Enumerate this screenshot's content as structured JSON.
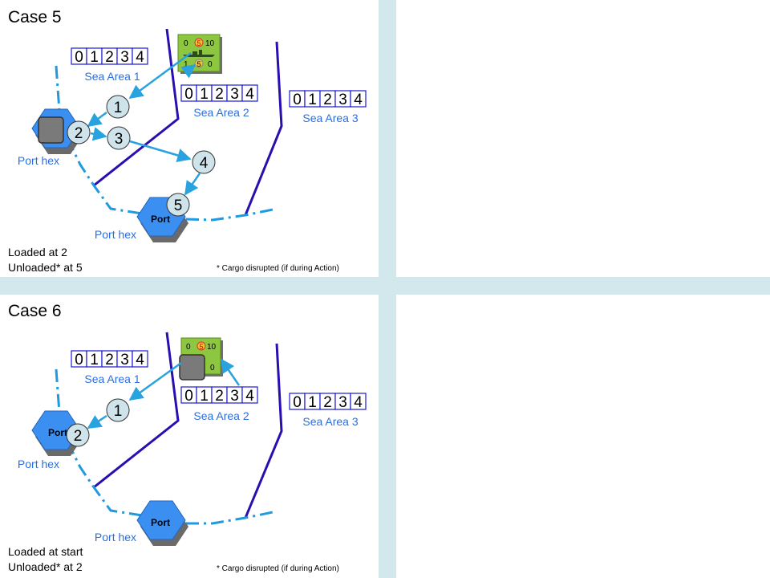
{
  "colors": {
    "divider": "#d3e8ec",
    "hex_fill": "#3b8ff0",
    "hex_shadow": "#6a6a6a",
    "border_line": "#2a0fb0",
    "coast_line": "#1e9be0",
    "arrow": "#29a3e0",
    "label_blue": "#2a6ee0",
    "box_border": "#1a1ad0",
    "circle_fill": "#cfe3ea",
    "counter_green": "#8dc63f",
    "cargo_grey": "#7a7a7a"
  },
  "track_digits": [
    "0",
    "1",
    "2",
    "3",
    "4"
  ],
  "labels": {
    "sea_area_1": "Sea Area 1",
    "sea_area_2": "Sea Area 2",
    "sea_area_3": "Sea Area 3",
    "port_hex": "Port hex",
    "port": "Port",
    "footnote": "* Cargo disrupted (if during Action)"
  },
  "counter": {
    "top_left": "0",
    "top_mid": "5",
    "top_right": "10",
    "bottom_left": "1",
    "bottom_mid": "5",
    "bottom_right": "0"
  },
  "case5": {
    "title": "Case 5",
    "steps": [
      "1",
      "2",
      "3",
      "4",
      "5"
    ],
    "note_line1": "Loaded at 2",
    "note_line2": "Unloaded* at 5"
  },
  "case6": {
    "title": "Case 6",
    "steps": [
      "1",
      "2"
    ],
    "note_line1": "Loaded at start",
    "note_line2": "Unloaded* at 2"
  }
}
